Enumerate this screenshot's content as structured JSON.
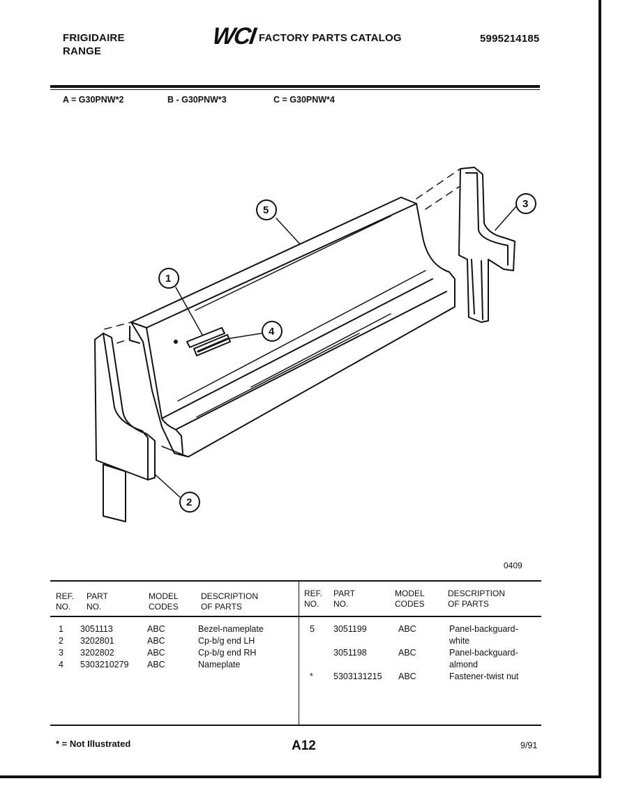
{
  "header": {
    "brand": "FRIGIDAIRE",
    "product": "RANGE",
    "logo": "WCI",
    "catalog_title": "FACTORY PARTS CATALOG",
    "catalog_number": "5995214185"
  },
  "models": {
    "a": "A = G30PNW*2",
    "b": "B - G30PNW*3",
    "c": "C = G30PNW*4"
  },
  "diagram": {
    "callouts": [
      "1",
      "2",
      "3",
      "4",
      "5"
    ],
    "figure_code": "0409"
  },
  "table": {
    "headers": {
      "ref": "REF.",
      "ref2": "NO.",
      "part": "PART",
      "part2": "NO.",
      "model": "MODEL",
      "model2": "CODES",
      "desc": "DESCRIPTION",
      "desc2": "OF PARTS"
    },
    "left_rows": [
      {
        "ref": "1",
        "part": "3051113",
        "codes": "ABC",
        "desc": "Bezel-nameplate"
      },
      {
        "ref": "2",
        "part": "3202801",
        "codes": "ABC",
        "desc": "Cp-b/g end LH"
      },
      {
        "ref": "3",
        "part": "3202802",
        "codes": "ABC",
        "desc": "Cp-b/g end RH"
      },
      {
        "ref": "4",
        "part": "5303210279",
        "codes": "ABC",
        "desc": "Nameplate"
      }
    ],
    "right_rows": [
      {
        "ref": "5",
        "part": "3051199",
        "codes": "ABC",
        "desc": "Panel-backguard-",
        "desc2": "white"
      },
      {
        "ref": "",
        "part": "3051198",
        "codes": "ABC",
        "desc": "Panel-backguard-",
        "desc2": "almond"
      },
      {
        "ref": "*",
        "part": "5303131215",
        "codes": "ABC",
        "desc": "Fastener-twist nut",
        "desc2": ""
      }
    ]
  },
  "footer": {
    "note": "* = Not Illustrated",
    "page": "A12",
    "date": "9/91"
  }
}
